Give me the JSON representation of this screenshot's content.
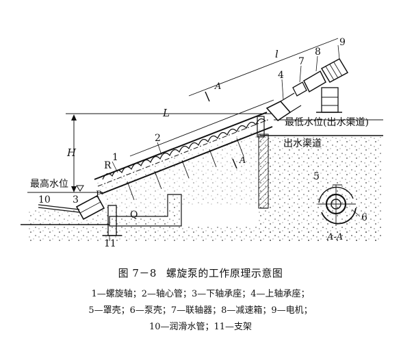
{
  "labels": {
    "l_top": "l",
    "L_mid": "L",
    "H": "H",
    "A_top": "A",
    "A_low": "A",
    "R": "R",
    "P": "P",
    "Q": "Q",
    "n1": "1",
    "n2": "2",
    "n3": "3",
    "n4": "4",
    "n5": "5",
    "n6": "6",
    "n7": "7",
    "n8": "8",
    "n9": "9",
    "n10": "10",
    "n11": "11",
    "section": "A-A",
    "low_level": "最低水位(出水渠道)",
    "high_level": "最高水位",
    "outlet": "出水渠道"
  },
  "caption": {
    "number": "图 7－8",
    "title": "螺旋泵的工作原理示意图",
    "legend_line1": "1—螺旋轴；2—轴心管；3—下轴承座；4—上轴承座；",
    "legend_line2": "5—罩壳；6—泵壳；7—联轴器；8—减速箱；9—电机；",
    "legend_line3": "10—润滑水管；11—支架"
  }
}
